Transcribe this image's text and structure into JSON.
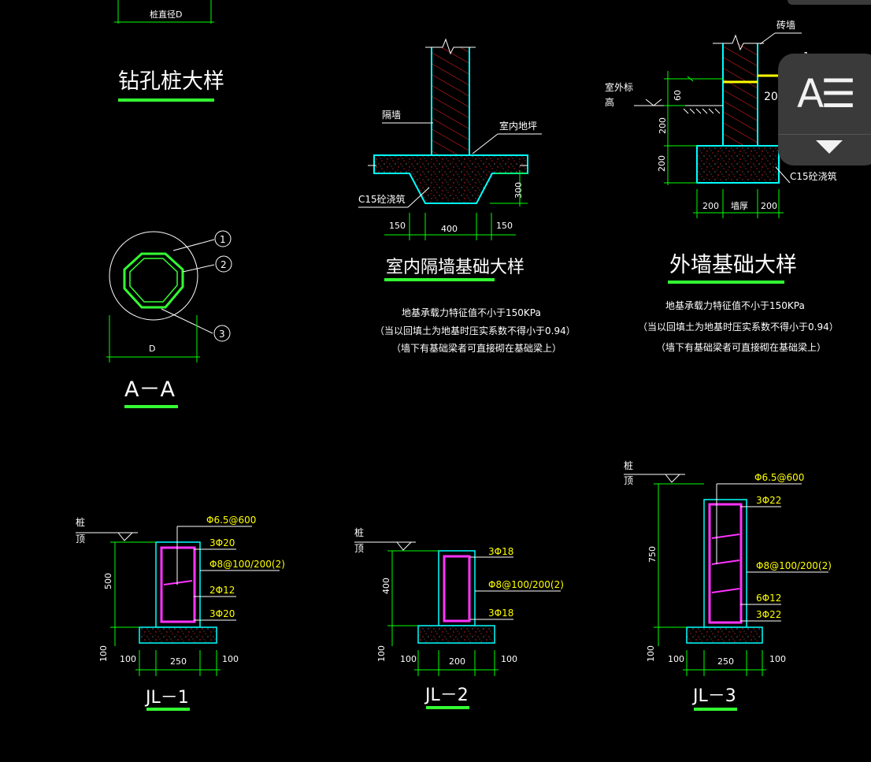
{
  "drawings": {
    "pile": {
      "top_label": "桩直径D",
      "title": "钻孔桩大样"
    },
    "section_aa": {
      "title": "A－A",
      "marks": [
        "1",
        "2",
        "3"
      ],
      "dim_d": "D"
    },
    "interior_wall": {
      "title": "室内隔墙基础大样",
      "labels": {
        "wall": "隔墙",
        "floor": "室内地坪",
        "concrete": "C15砼浇筑"
      },
      "dims": {
        "left": "150",
        "mid": "400",
        "right": "150",
        "height": "300"
      },
      "notes": [
        "地基承载力特征值不小于150KPa",
        "（当以回填土为地基时压实系数不得小于0.94）",
        "（墙下有基础梁者可直接砌在基础梁上）"
      ]
    },
    "exterior_wall": {
      "title": "外墙基础大样",
      "labels": {
        "wall": "砖墙",
        "outdoor": "室外标",
        "outdoor2": "高",
        "concrete": "C15砼浇筑",
        "thick": "墙厚",
        "side": "20",
        "top_right": "1"
      },
      "dims": {
        "v60": "60",
        "v200a": "200",
        "v200b": "200",
        "left": "200",
        "right": "200"
      },
      "notes": [
        "地基承载力特征值不小于150KPa",
        "（当以回填土为地基时压实系数不得小于0.94）",
        "（墙下有基础梁者可直接砌在基础梁上）"
      ]
    },
    "jl1": {
      "title": "JL－1",
      "pile_top": [
        "桩",
        "顶"
      ],
      "rebar": [
        "Φ6.5@600",
        "3Φ20",
        "Φ8@100/200(2)",
        "2Φ12",
        "3Φ20"
      ],
      "dims": {
        "height": "500",
        "base": "100",
        "left": "100",
        "width": "250",
        "right": "100"
      }
    },
    "jl2": {
      "title": "JL－2",
      "pile_top": [
        "桩",
        "顶"
      ],
      "rebar": [
        "3Φ18",
        "Φ8@100/200(2)",
        "3Φ18"
      ],
      "dims": {
        "height": "400",
        "base": "100",
        "left": "100",
        "width": "200",
        "right": "100"
      }
    },
    "jl3": {
      "title": "JL－3",
      "pile_top": [
        "桩",
        "顶"
      ],
      "rebar": [
        "Φ6.5@600",
        "3Φ22",
        "Φ8@100/200(2)",
        "6Φ12",
        "3Φ22"
      ],
      "dims": {
        "height": "750",
        "base": "100",
        "left": "100",
        "width": "250",
        "right": "100"
      }
    }
  },
  "reader_control": {
    "icon": "reader-mode-icon",
    "glyph": "A☰"
  },
  "colors": {
    "background": "#000000",
    "dim": "#00ff00",
    "outline": "#00ffff",
    "rebar": "#ff33ff",
    "text": "#ffffff",
    "marker": "#ffff00"
  }
}
